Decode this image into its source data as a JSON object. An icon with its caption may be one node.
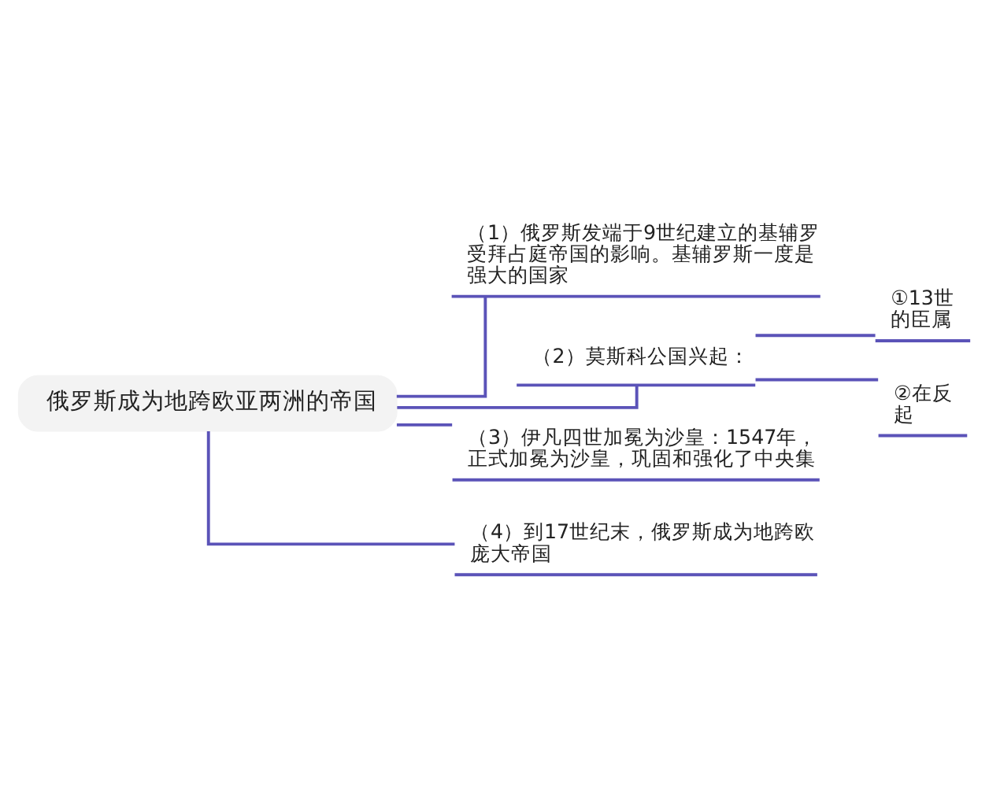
{
  "diagram": {
    "nodes": [
      {
        "text": [
          "俄罗斯成为地跨欧亚两洲的帝国"
        ]
      },
      {
        "text": [
          "（1）俄罗斯发端于9世纪建立的基辅罗受拜占庭帝国的影响。基辅罗斯一度是强大的国家"
        ]
      },
      {
        "text": [
          "（2）莫斯科公国兴起："
        ]
      },
      {
        "text": [
          "①13世的臣属"
        ]
      },
      {
        "text": [
          "②在反起"
        ]
      },
      {
        "text": [
          "（3）伊凡四世加冕为沙皇：1547年，正式加冕为沙皇，巩固和强化了中央集"
        ]
      },
      {
        "text": [
          "（4）到17世纪末，俄罗斯成为地跨欧庞大帝国"
        ]
      }
    ],
    "edges": [
      {
        "from": 0,
        "to": 1,
        "arrow": "none"
      },
      {
        "from": 0,
        "to": 2,
        "arrow": "none"
      },
      {
        "from": 2,
        "to": 3,
        "arrow": "none"
      },
      {
        "from": 2,
        "to": 4,
        "arrow": "none"
      },
      {
        "from": 0,
        "to": 5,
        "arrow": "none"
      },
      {
        "from": 0,
        "to": 6,
        "arrow": "none"
      }
    ]
  }
}
